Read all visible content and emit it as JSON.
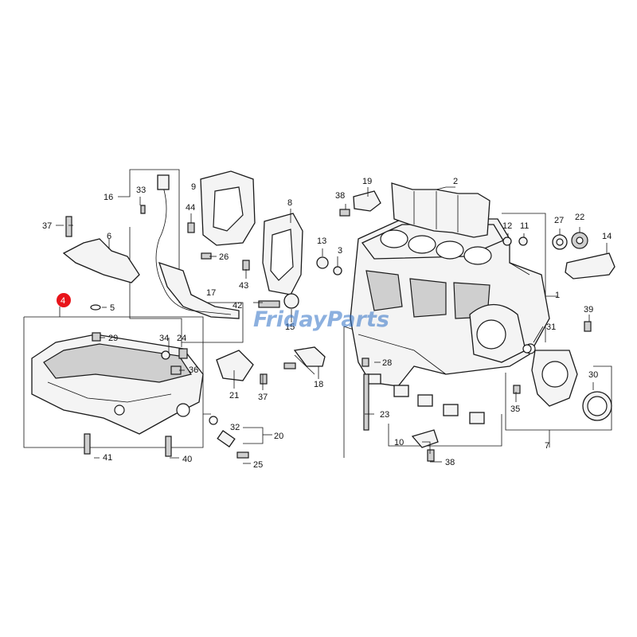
{
  "labels": {
    "p1": "1",
    "p2": "2",
    "p3": "3",
    "p4": "4",
    "p5": "5",
    "p6": "6",
    "p7": "7",
    "p8": "8",
    "p9": "9",
    "p10": "10",
    "p11": "11",
    "p12": "12",
    "p13": "13",
    "p14": "14",
    "p15": "15",
    "p16": "16",
    "p17": "17",
    "p18": "18",
    "p19": "19",
    "p20": "20",
    "p21": "21",
    "p22": "22",
    "p23": "23",
    "p24": "24",
    "p25": "25",
    "p26": "26",
    "p27": "27",
    "p28": "28",
    "p29": "29",
    "p30": "30",
    "p31": "31",
    "p32": "32",
    "p33": "33",
    "p34": "34",
    "p35": "35",
    "p36": "36",
    "p37a": "37",
    "p37b": "37",
    "p38a": "38",
    "p38b": "38",
    "p39": "39",
    "p40": "40",
    "p41": "41",
    "p42": "42",
    "p43": "43",
    "p44": "44"
  },
  "watermark": {
    "text_a": "Friday",
    "text_b": "Parts"
  },
  "colors": {
    "highlight": "#e8141a",
    "watermark_blue": "#2d6fc4",
    "watermark_orange": "#f29a1f",
    "line": "#111111"
  }
}
